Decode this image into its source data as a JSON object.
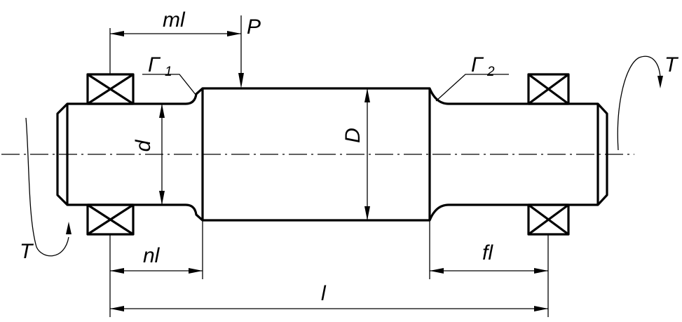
{
  "labels": {
    "ml": "ml",
    "P": "P",
    "gamma1": "Г",
    "gamma1_sub": "1",
    "gamma2": "Г",
    "gamma2_sub": "2",
    "T_right": "T",
    "T_left": "T",
    "d": "d",
    "D": "D",
    "nl": "nl",
    "fl": "fl",
    "l": "l"
  }
}
